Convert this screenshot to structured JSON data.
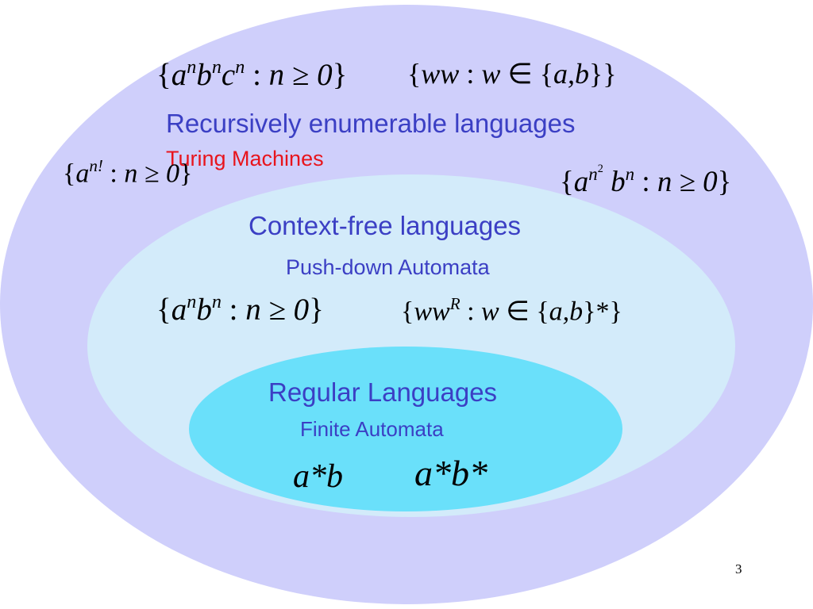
{
  "colors": {
    "outer_fill": "#cfcffb",
    "middle_fill": "#d3ebfa",
    "inner_fill": "#6ae0fa",
    "label_blue": "#3b3fc4",
    "label_red": "#e8141c"
  },
  "recursively_enumerable": {
    "title": "Recursively enumerable languages",
    "subtitle": "Turing Machines"
  },
  "context_free": {
    "title": "Context-free languages",
    "subtitle": "Push-down Automata"
  },
  "regular": {
    "title": "Regular Languages",
    "subtitle": "Finite Automata"
  },
  "math": {
    "anbncn": {
      "a": "a",
      "b": "b",
      "c": "c",
      "n": "n",
      "cond": "n ≥ 0"
    },
    "ww": {
      "lhs": "ww",
      "w": "w",
      "set": "a,b"
    },
    "afact": {
      "a": "a",
      "exp": "n!",
      "cond": "n ≥ 0"
    },
    "an2bn": {
      "a": "a",
      "n": "n",
      "two": "2",
      "b": "b",
      "cond": "n ≥ 0"
    },
    "anbn": {
      "a": "a",
      "b": "b",
      "n": "n",
      "cond": "n ≥ 0"
    },
    "wwr": {
      "lhs": "ww",
      "r": "R",
      "w": "w",
      "set": "a,b"
    },
    "astarb": "a*b",
    "astarbstar": "a*b*"
  },
  "page_number": "3"
}
